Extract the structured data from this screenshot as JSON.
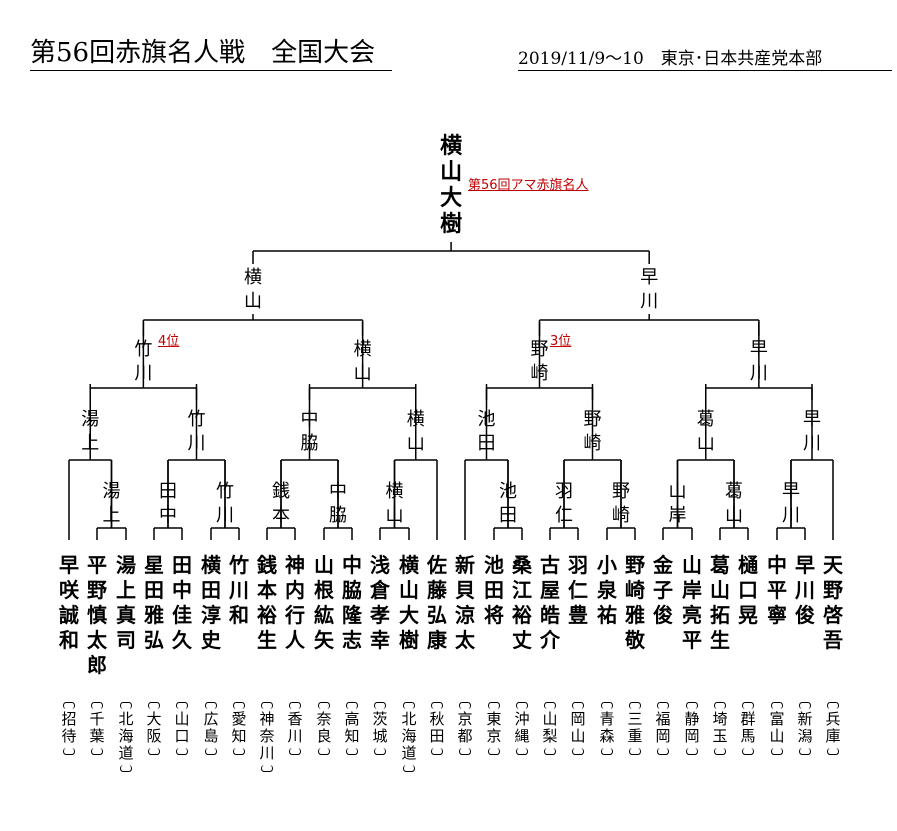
{
  "header": {
    "title": "第56回赤旗名人戦　全国大会",
    "event_info": "2019/11/9～10　東京･日本共産党本部"
  },
  "champion": {
    "name": "横山大樹",
    "note": "第56回アマ赤旗名人"
  },
  "annotations": {
    "fourth_place": "4位",
    "third_place": "3位"
  },
  "players": [
    {
      "name": "早咲誠和",
      "pref": "招待"
    },
    {
      "name": "平野慎太郎",
      "pref": "千葉"
    },
    {
      "name": "湯上真司",
      "pref": "北海道"
    },
    {
      "name": "星田雅弘",
      "pref": "大阪"
    },
    {
      "name": "田中佳久",
      "pref": "山口"
    },
    {
      "name": "横田淳史",
      "pref": "広島"
    },
    {
      "name": "竹川和",
      "pref": "愛知"
    },
    {
      "name": "銭本裕生",
      "pref": "神奈川"
    },
    {
      "name": "神内行人",
      "pref": "香川"
    },
    {
      "name": "山根紘矢",
      "pref": "奈良"
    },
    {
      "name": "中脇隆志",
      "pref": "高知"
    },
    {
      "name": "浅倉孝幸",
      "pref": "茨城"
    },
    {
      "name": "横山大樹",
      "pref": "北海道"
    },
    {
      "name": "佐藤弘康",
      "pref": "秋田"
    },
    {
      "name": "新貝涼太",
      "pref": "京都"
    },
    {
      "name": "池田将",
      "pref": "東京"
    },
    {
      "name": "桑江裕丈",
      "pref": "沖縄"
    },
    {
      "name": "古屋皓介",
      "pref": "山梨"
    },
    {
      "name": "羽仁豊",
      "pref": "岡山"
    },
    {
      "name": "小泉祐",
      "pref": "青森"
    },
    {
      "name": "野崎雅敬",
      "pref": "三重"
    },
    {
      "name": "金子俊",
      "pref": "福岡"
    },
    {
      "name": "山岸亮平",
      "pref": "静岡"
    },
    {
      "name": "葛山拓生",
      "pref": "埼玉"
    },
    {
      "name": "樋口晃",
      "pref": "群馬"
    },
    {
      "name": "中平寧",
      "pref": "富山"
    },
    {
      "name": "早川俊",
      "pref": "新潟"
    },
    {
      "name": "天野啓吾",
      "pref": "兵庫"
    }
  ],
  "round1_winners": [
    "湯上",
    "田中",
    "竹川",
    "銭本",
    "中脇",
    "横山",
    "池田",
    "羽仁",
    "野崎",
    "山岸",
    "葛山",
    "早川"
  ],
  "round2_winners": [
    "湯上",
    "竹川",
    "中脇",
    "横山",
    "池田",
    "野崎",
    "葛山",
    "早川"
  ],
  "quarterfinal_winners": [
    "竹川",
    "横山",
    "野崎",
    "早川"
  ],
  "semifinal_winners": [
    "横山",
    "早川"
  ]
}
